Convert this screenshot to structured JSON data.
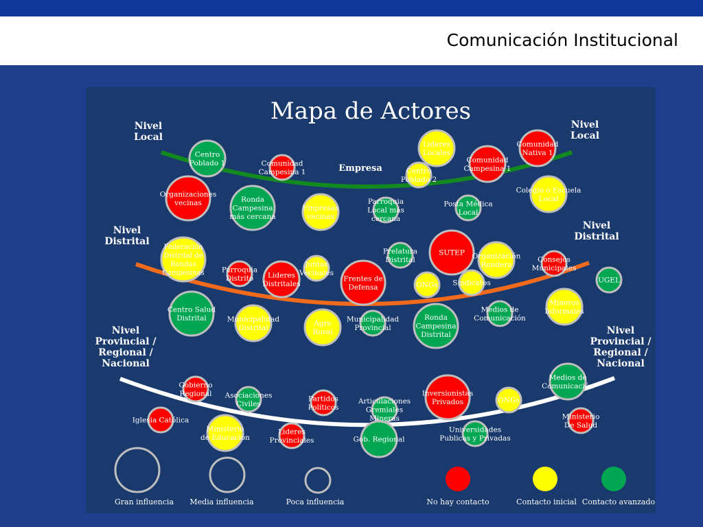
{
  "header": {
    "title": "Comunicación Institucional"
  },
  "map": {
    "title": "Mapa de Actores",
    "levels": {
      "local_left": [
        "Nivel",
        "Local"
      ],
      "local_right": [
        "Nivel",
        "Local"
      ],
      "distrital_left": [
        "Nivel",
        "Distrital"
      ],
      "distrital_right": [
        "Nivel",
        "Distrital"
      ],
      "provincial_left": [
        "Nivel",
        "Provincial /",
        "Regional /",
        "Nacional"
      ],
      "provincial_right": [
        "Nivel",
        "Provincial /",
        "Regional /",
        "Nacional"
      ]
    },
    "empresa_label": "Empresa",
    "actors": [
      {
        "lines": [
          "Centro",
          "Poblado  1"
        ],
        "contact": "green",
        "influence": "media"
      },
      {
        "lines": [
          "Comunidad",
          "Campesina  1"
        ],
        "contact": "red",
        "influence": "poca"
      },
      {
        "lines": [
          "Lideres",
          "Locales"
        ],
        "contact": "yellow",
        "influence": "media"
      },
      {
        "lines": [
          "Centro",
          "Poblado  2"
        ],
        "contact": "yellow",
        "influence": "poca"
      },
      {
        "lines": [
          "Comunidad",
          "Campesina  1"
        ],
        "contact": "red",
        "influence": "media"
      },
      {
        "lines": [
          "Comunidad",
          "Nativa  1"
        ],
        "contact": "red",
        "influence": "media"
      },
      {
        "lines": [
          "Organizaciones",
          "vecinas"
        ],
        "contact": "red",
        "influence": "gran"
      },
      {
        "lines": [
          "Ronda",
          "Campesina",
          "más cercana"
        ],
        "contact": "green",
        "influence": "gran"
      },
      {
        "lines": [
          "Empresas",
          "vecinas"
        ],
        "contact": "yellow",
        "influence": "media"
      },
      {
        "lines": [
          "Parroquia",
          "Local más",
          "cercana"
        ],
        "contact": "green",
        "influence": "poca"
      },
      {
        "lines": [
          "Posta Médica",
          "Local"
        ],
        "contact": "green",
        "influence": "poca"
      },
      {
        "lines": [
          "Colegio  o Escuela",
          "Local"
        ],
        "contact": "yellow",
        "influence": "media"
      },
      {
        "lines": [
          "Federación",
          "Distrital de",
          "Rondas",
          "Campesinas"
        ],
        "contact": "yellow",
        "influence": "gran"
      },
      {
        "lines": [
          "Parroquia",
          "Distrito"
        ],
        "contact": "red",
        "influence": "poca"
      },
      {
        "lines": [
          "Lideres",
          "Distritales"
        ],
        "contact": "red",
        "influence": "media"
      },
      {
        "lines": [
          "Juntas",
          "Vecinales"
        ],
        "contact": "yellow",
        "influence": "poca"
      },
      {
        "lines": [
          "Frentes de",
          "Defensa"
        ],
        "contact": "red",
        "influence": "gran"
      },
      {
        "lines": [
          "Prelatura",
          "Distrital"
        ],
        "contact": "green",
        "influence": "poca"
      },
      {
        "lines": [
          "SUTEP"
        ],
        "contact": "red",
        "influence": "gran"
      },
      {
        "lines": [
          "ONGs"
        ],
        "contact": "yellow",
        "influence": "poca"
      },
      {
        "lines": [
          "Sindicatos"
        ],
        "contact": "yellow",
        "influence": "poca"
      },
      {
        "lines": [
          "Organización",
          "Rondera"
        ],
        "contact": "yellow",
        "influence": "media"
      },
      {
        "lines": [
          "Consejos",
          "Municipales"
        ],
        "contact": "red",
        "influence": "poca"
      },
      {
        "lines": [
          "UGEL"
        ],
        "contact": "green",
        "influence": "poca"
      },
      {
        "lines": [
          "Centro  Salud",
          "Distrital"
        ],
        "contact": "green",
        "influence": "gran"
      },
      {
        "lines": [
          "Municipalidad",
          "Distrital"
        ],
        "contact": "yellow",
        "influence": "media"
      },
      {
        "lines": [
          "Agro",
          "Rural"
        ],
        "contact": "yellow",
        "influence": "media"
      },
      {
        "lines": [
          "Municipalidad",
          "Provincial"
        ],
        "contact": "green",
        "influence": "poca"
      },
      {
        "lines": [
          "Ronda",
          "Campesina",
          "Distrital"
        ],
        "contact": "green",
        "influence": "gran"
      },
      {
        "lines": [
          "Medios  de",
          "Comunicación"
        ],
        "contact": "green",
        "influence": "poca"
      },
      {
        "lines": [
          "Mineros",
          "Informales"
        ],
        "contact": "yellow",
        "influence": "media"
      },
      {
        "lines": [
          "Gobierno",
          "Regional"
        ],
        "contact": "red",
        "influence": "poca"
      },
      {
        "lines": [
          "Asociaciones",
          "Civiles"
        ],
        "contact": "green",
        "influence": "poca"
      },
      {
        "lines": [
          "Partidos",
          "Políticos"
        ],
        "contact": "red",
        "influence": "poca"
      },
      {
        "lines": [
          "Articulaciones",
          "Gremiales",
          "Mineras"
        ],
        "contact": "green",
        "influence": "poca"
      },
      {
        "lines": [
          "Inversionistas",
          "Privados"
        ],
        "contact": "red",
        "influence": "gran"
      },
      {
        "lines": [
          "ONGs"
        ],
        "contact": "yellow",
        "influence": "poca"
      },
      {
        "lines": [
          "Medios  de",
          "Comunicación"
        ],
        "contact": "green",
        "influence": "media"
      },
      {
        "lines": [
          "Iglesia  Católica"
        ],
        "contact": "red",
        "influence": "poca"
      },
      {
        "lines": [
          "Ministerio",
          "de Educación"
        ],
        "contact": "yellow",
        "influence": "media"
      },
      {
        "lines": [
          "Lideres",
          "Provinciales"
        ],
        "contact": "red",
        "influence": "poca"
      },
      {
        "lines": [
          "Gob.  Regional"
        ],
        "contact": "green",
        "influence": "media"
      },
      {
        "lines": [
          "Universidades",
          "Publicas  y Privadas"
        ],
        "contact": "green",
        "influence": "poca"
      },
      {
        "lines": [
          "Ministerio",
          "De Salud"
        ],
        "contact": "red",
        "influence": "poca"
      }
    ],
    "legend": {
      "gran": "Gran influencia",
      "media": "Media  influencia",
      "poca": "Poca influencia",
      "red": "No hay contacto",
      "yellow": "Contacto inicial",
      "green": "Contacto  avanzado"
    },
    "colors": {
      "red": "#ff0000",
      "yellow": "#ffff00",
      "green": "#00a651",
      "ring": "#bfbfbf",
      "arc_local": "#138a20",
      "arc_distrital": "#f26b1d",
      "arc_provincial": "#ffffff"
    }
  }
}
